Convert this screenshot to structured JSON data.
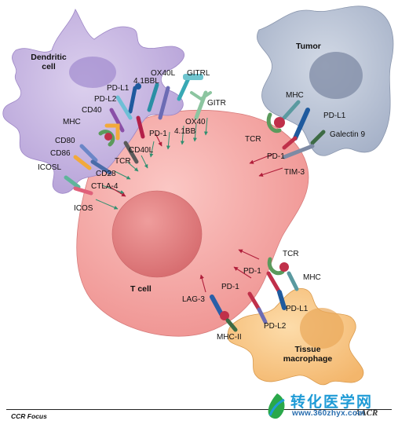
{
  "cells": {
    "dendritic": "Dendritic\ncell",
    "tumor": "Tumor",
    "tcell": "T cell",
    "macrophage": "Tissue\nmacrophage"
  },
  "dendritic_labels": {
    "pdl1": "PD-L1",
    "pdl2": "PD-L2",
    "cd40": "CD40",
    "mhc": "MHC",
    "cd80": "CD80",
    "cd86": "CD86",
    "icosl": "ICOSL",
    "bbl": "4.1BBL",
    "ox40l": "OX40L",
    "gitrl": "GITRL"
  },
  "tcell_top_labels": {
    "gitr": "GITR",
    "ox40": "OX40",
    "bb": "4.1BB",
    "pd1": "PD-1",
    "cd40l": "CD40L",
    "tcr": "TCR",
    "cd28": "CD28",
    "ctla4": "CTLA-4",
    "icos": "ICOS"
  },
  "tumor_labels": {
    "mhc": "MHC",
    "pdl1": "PD-L1",
    "galectin9": "Galectin 9",
    "tcr": "TCR",
    "pd1": "PD-1",
    "tim3": "TIM-3"
  },
  "macrophage_labels": {
    "tcr": "TCR",
    "pd1a": "PD-1",
    "mhc": "MHC",
    "pd1b": "PD-1",
    "pdl1": "PD-L1",
    "lag3": "LAG-3",
    "pdl2": "PD-L2",
    "mhc2": "MHC-II"
  },
  "footer": {
    "journal": "CCR Focus",
    "publisher": "AACR"
  },
  "watermark": {
    "title": "转化医学网",
    "url": "www.360zhyx.com"
  },
  "colors": {
    "tcell_fill": "#f4a8a6",
    "nucleus_fill": "#e07f80",
    "dendritic_fill": "#c6b3e0",
    "tumor_fill": "#b8c2d4",
    "macrophage_fill": "#f9c98a",
    "activating_arrow": "#2f8f6f",
    "inhibitory_arrow": "#b01e3a"
  }
}
